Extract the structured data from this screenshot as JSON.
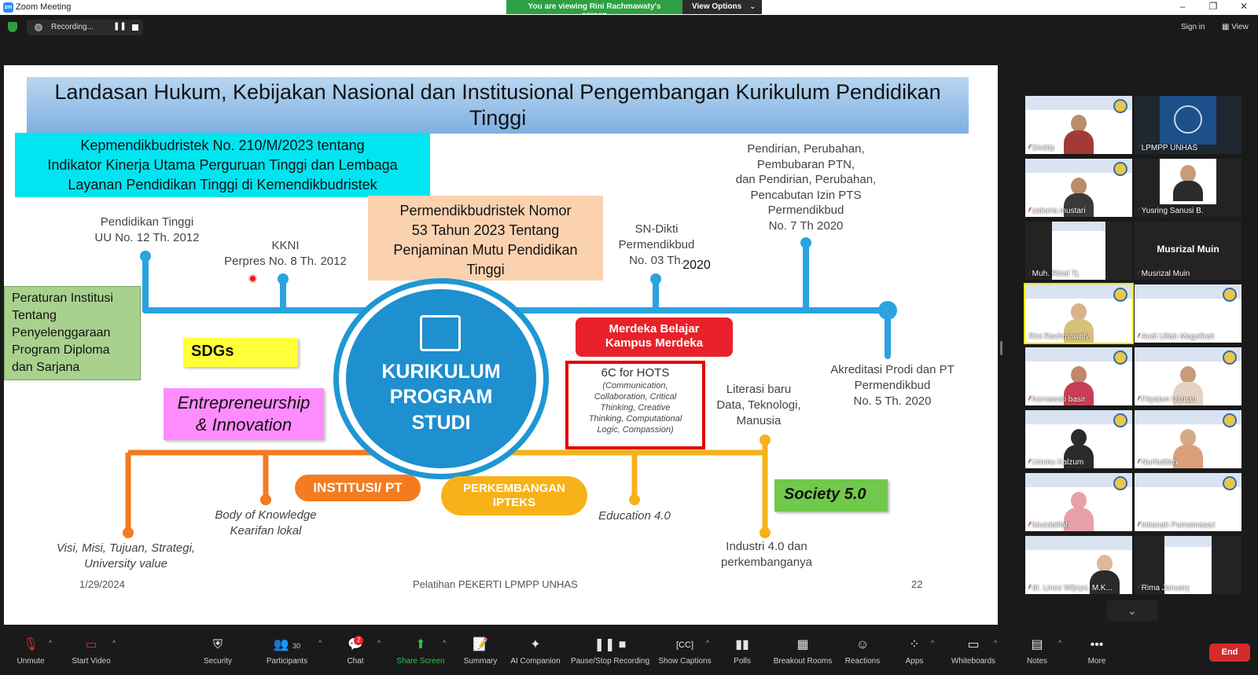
{
  "window": {
    "title": "Zoom Meeting",
    "logo_text": "zm",
    "share_banner": "You are viewing Rini Rachmawaty's screen",
    "view_options": "View Options",
    "minimize": "–",
    "restore": "❐",
    "close": "✕"
  },
  "topbar": {
    "recording_label": "Recording...",
    "pause_glyph": "❚❚",
    "sign_in": "Sign in",
    "view": "View"
  },
  "slide": {
    "title": "Landasan Hukum, Kebijakan Nasional dan Institusional Pengembangan Kurikulum Pendidikan Tinggi",
    "kepmen": [
      "Kepmendikbudristek No. 210/M/2023 tentang",
      "Indikator Kinerja Utama Perguruan Tinggi dan Lembaga",
      "Layanan Pendidikan Tinggi di Kemendikbudristek"
    ],
    "permen": [
      "Permendikbudristek Nomor",
      "53 Tahun 2023 Tentang",
      "Penjaminan Mutu Pendidikan",
      "Tinggi"
    ],
    "pt_label": [
      "Pendidikan Tinggi",
      "UU No. 12 Th. 2012"
    ],
    "kkni_label": [
      "KKNI",
      "Perpres No. 8 Th. 2012"
    ],
    "sndikti_label": [
      "SN-Dikti",
      "Permendikbud",
      "No. 03 Th."
    ],
    "sndikti_year": "2020",
    "pendirian_label": [
      "Pendirian, Perubahan,",
      "Pembubaran PTN,",
      "dan Pendirian, Perubahan,",
      "Pencabutan Izin PTS",
      "Permendikbud",
      "No. 7 Th 2020"
    ],
    "peraturan": [
      "Peraturan Institusi",
      "Tentang",
      "Penyelenggaraan",
      "Program Diploma",
      "dan Sarjana"
    ],
    "sdgs": "SDGs",
    "entrepreneurship": [
      "Entrepreneurship",
      "& Innovation"
    ],
    "merdeka": [
      "Merdeka Belajar",
      "Kampus Merdeka"
    ],
    "hots_title": "6C for HOTS",
    "hots_body": [
      "(Communication,",
      "Collaboration, Critical",
      "Thinking, Creative",
      "Thinking, Computational",
      "Logic, Compassion)"
    ],
    "literasi": [
      "Literasi baru",
      "Data, Teknologi,",
      "Manusia"
    ],
    "akreditasi": [
      "Akreditasi Prodi dan PT",
      "Permendikbud",
      "No. 5 Th. 2020"
    ],
    "center": [
      "KURIKULUM",
      "PROGRAM",
      "STUDI"
    ],
    "institusi": "INSTITUSI/ PT",
    "iptek": [
      "PERKEMBANGAN",
      "IPTEKS"
    ],
    "society": "Society 5.0",
    "body_knowledge": [
      "Body of Knowledge",
      "Kearifan lokal"
    ],
    "education": "Education 4.0",
    "visi": [
      "Visi, Misi, Tujuan, Strategi,",
      "University value"
    ],
    "industri": [
      "Industri 4.0 dan",
      "perkembanganya"
    ],
    "footer_date": "1/29/2024",
    "footer_center": "Pelatihan PEKERTI LPMPP UNHAS",
    "footer_page": "22"
  },
  "participants": [
    {
      "name": "Deddy",
      "type": "video"
    },
    {
      "name": "LPMPP UNHAS",
      "type": "logo"
    },
    {
      "name": "zakaria mustari",
      "type": "video"
    },
    {
      "name": "Yusring Sanusi B.",
      "type": "photo"
    },
    {
      "name": "Muh. Rizal Tj.",
      "type": "screen"
    },
    {
      "name": "Musrizal Muin",
      "type": "novideo",
      "display": "Musrizal Muin"
    },
    {
      "name": "Rini Rachmawaty",
      "type": "video",
      "active": true
    },
    {
      "name": "Andi Ulfah Magefirah",
      "type": "screen"
    },
    {
      "name": "hernawati basir",
      "type": "video"
    },
    {
      "name": "Fityatun Usman",
      "type": "video"
    },
    {
      "name": "Ummu Kalzum",
      "type": "video"
    },
    {
      "name": "Nurfadilah",
      "type": "video"
    },
    {
      "name": "Muzdalifah",
      "type": "video"
    },
    {
      "name": "Istianah Purnamasari",
      "type": "screen"
    },
    {
      "name": "dr. Lince Wijoyo, M.K...",
      "type": "video"
    },
    {
      "name": "Rima January",
      "type": "screen"
    }
  ],
  "gallery_down": "⌄",
  "toolbar": {
    "unmute": "Unmute",
    "start_video": "Start Video",
    "security": "Security",
    "participants": "Participants",
    "participants_count": "30",
    "chat": "Chat",
    "chat_badge": "2",
    "share_screen": "Share Screen",
    "summary": "Summary",
    "ai_companion": "AI Companion",
    "pause_recording": "Pause/Stop Recording",
    "show_captions": "Show Captions",
    "polls": "Polls",
    "breakout": "Breakout Rooms",
    "reactions": "Reactions",
    "apps": "Apps",
    "whiteboards": "Whiteboards",
    "notes": "Notes",
    "more": "More",
    "end": "End"
  },
  "colors": {
    "share_green": "#2ea043",
    "end_red": "#d52b2b",
    "diagram_blue": "#1e8fcf",
    "diagram_orange": "#f47b20",
    "diagram_yellow": "#f7b219"
  }
}
